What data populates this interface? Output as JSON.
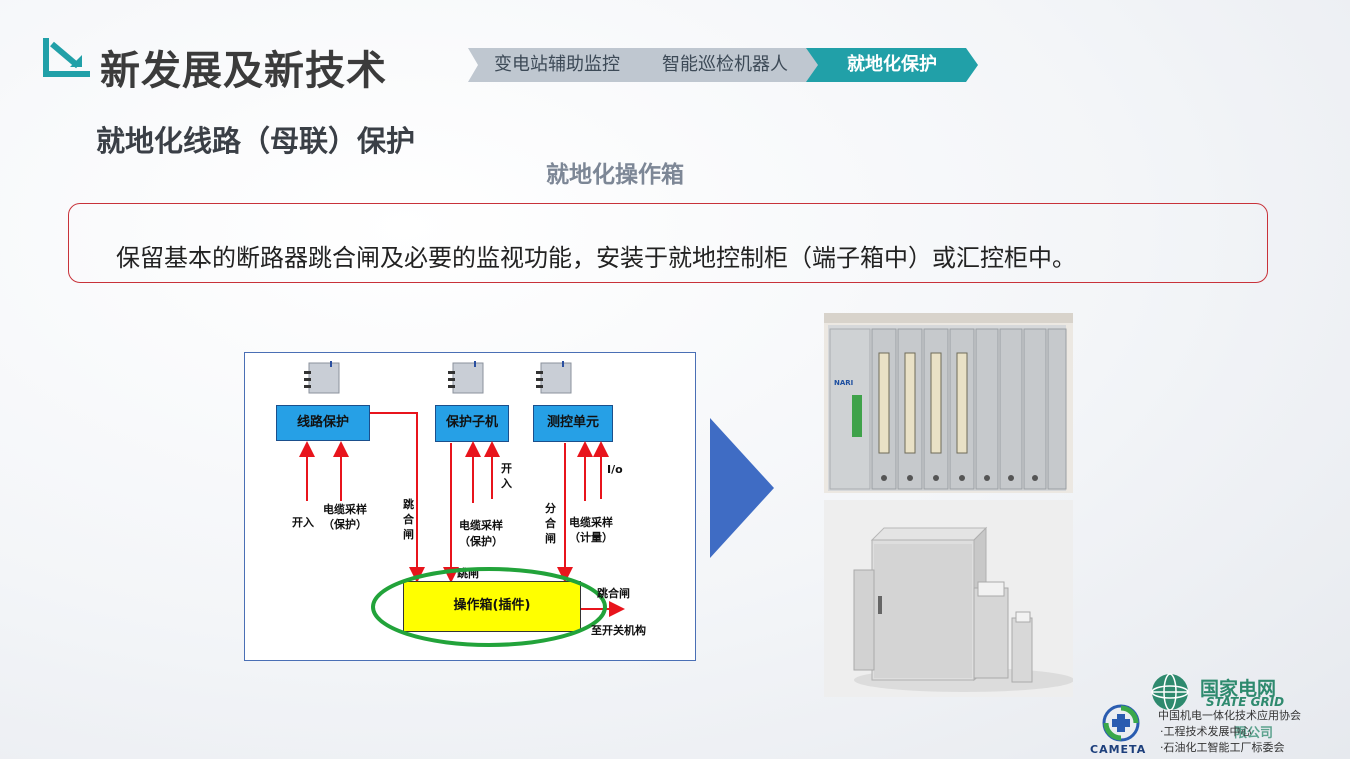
{
  "header": {
    "title": "新发展及新技术",
    "breadcrumbs": [
      {
        "label": "变电站辅助监控"
      },
      {
        "label": "智能巡检机器人"
      },
      {
        "label": "就地化保护"
      }
    ]
  },
  "subtitle": "就地化线路（母联）保护",
  "section_label": "就地化操作箱",
  "description": "保留基本的断路器跳合闸及必要的监视功能，安装于就地控制柜（端子箱中）或汇控柜中。",
  "diagram": {
    "boxes": {
      "line_protection": "线路保护",
      "protection_sub": "保护子机",
      "measure_control": "测控单元",
      "operation_box": "操作箱(插件)"
    },
    "labels": {
      "kairu_1": "开入",
      "cable_sampling_protection_1": "电缆采样",
      "cable_sampling_protection_1b": "（保护）",
      "trip_close_v": "跳合闸",
      "kairu_2": "开入",
      "cable_sampling_protection_2": "电缆采样",
      "cable_sampling_protection_2b": "（保护）",
      "open_close_v": "分合闸",
      "io": "I/o",
      "cable_sampling_metering": "电缆采样",
      "cable_sampling_metering_b": "（计量）",
      "trip": "跳闸",
      "out_trip_close": "跳合闸",
      "out_mechanism": "至开关机构"
    },
    "highlight_color": "#22a33a",
    "arrow_color": "#e8141c"
  },
  "photos": {
    "device_brand": "NARI"
  },
  "footer": {
    "state_grid_name": "国家电网",
    "state_grid_en": "STATE GRID",
    "cameta": "CAMETA",
    "assoc_line": "中国机电一体化技术应用协会",
    "assoc_item_1": "·工程技术发展中心",
    "assoc_company": "限公司",
    "assoc_item_2": "·石油化工智能工厂标委会"
  },
  "colors": {
    "accent_teal": "#21a0a8",
    "crumb_gray": "#bfc7d0",
    "box_border_red": "#c8323a",
    "play_blue": "#3f6cc4",
    "diagram_blue_box": "#26a0e6",
    "operation_box_yellow": "#ffff00"
  },
  "icons": [
    "arrow-down-right-icon",
    "play-icon",
    "state-grid-logo-icon",
    "cameta-logo-icon",
    "relay-icon"
  ]
}
